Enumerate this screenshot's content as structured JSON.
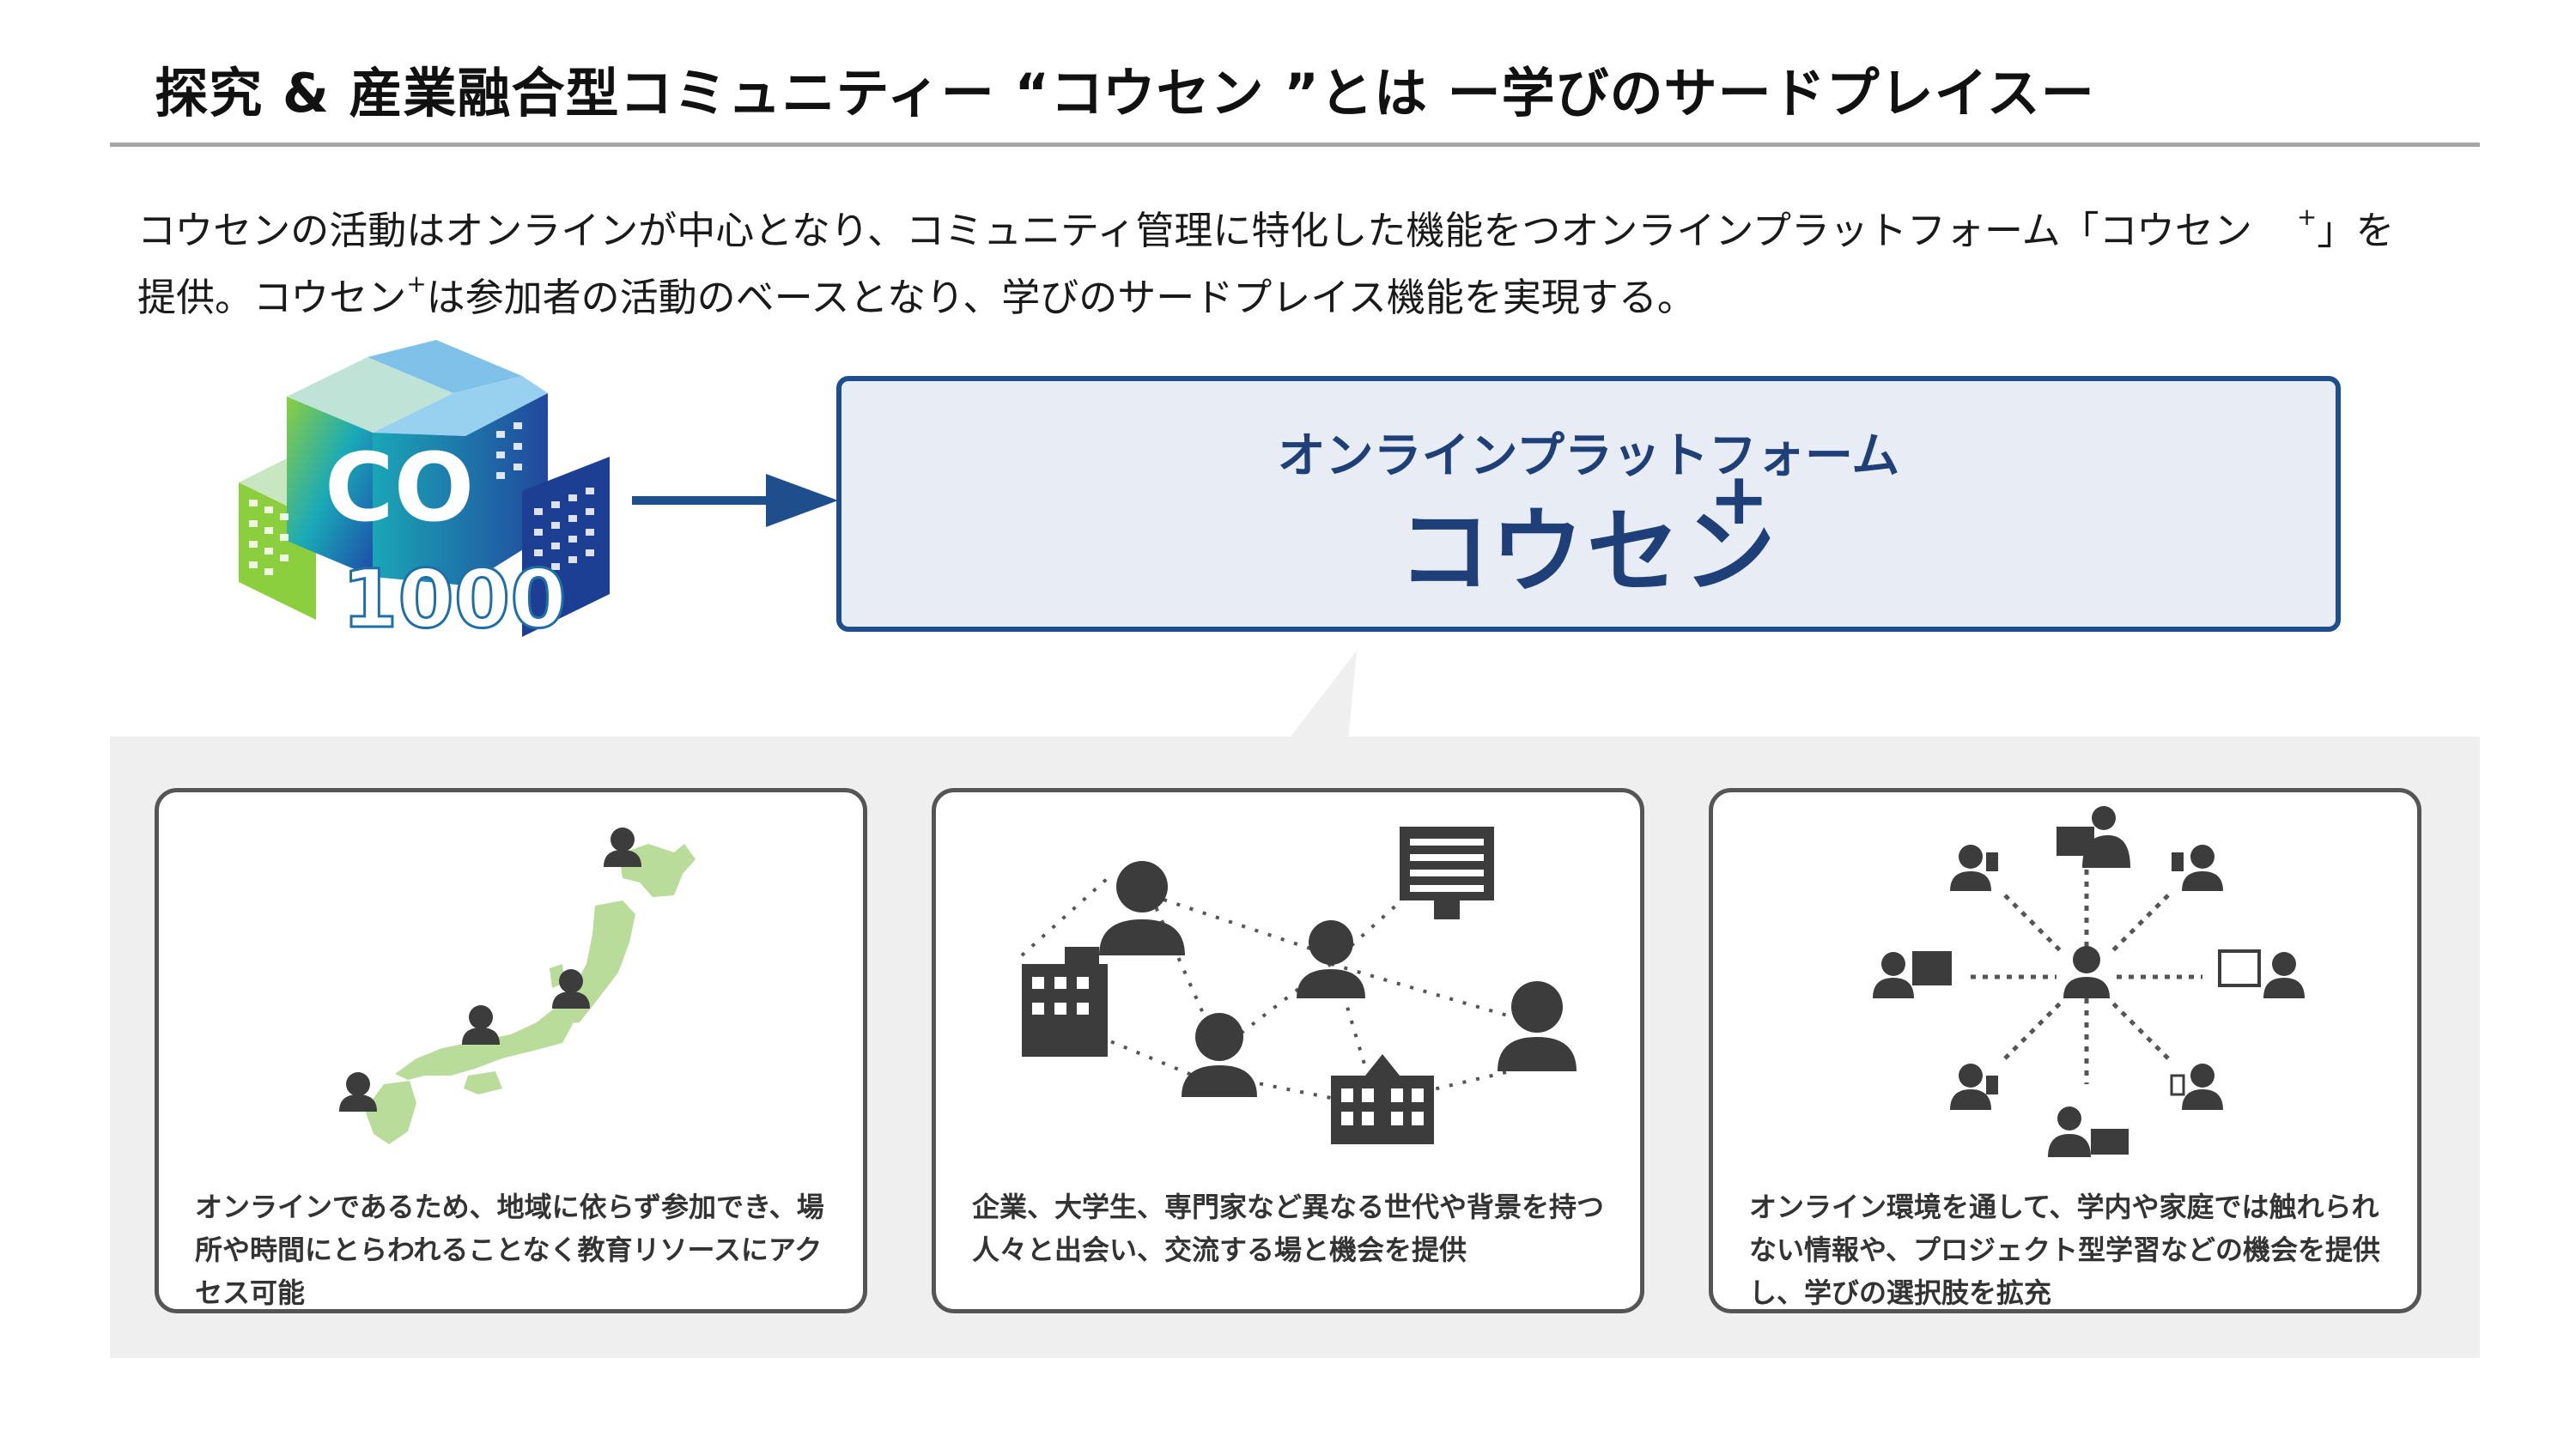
{
  "header": {
    "title": "探究 & 産業融合型コミュニティー “コウセン ”とは ー学びのサードプレイスー"
  },
  "intro": {
    "line1_pre": "コウセンの活動はオンラインが中心となり、コミュニティ管理に特化した機能をつオンラインプラットフォーム「コウセン",
    "line1_sup": "+",
    "line1_post": "」を",
    "line2_pre": "提供。コウセン",
    "line2_sup": "+",
    "line2_post": "は参加者の活動のベースとなり、学びのサードプレイス機能を実現する。"
  },
  "logo": {
    "text_top": "CO",
    "text_bottom": "1000",
    "icon": "co1000-cube-logo"
  },
  "platform": {
    "label": "オンラインプラットフォーム",
    "name": "コウセン",
    "plus": "+"
  },
  "cards": [
    {
      "icon": "japan-map-people-icon",
      "text": "オンラインであるため、地域に依らず参加でき、場所や時間にとらわれることなく教育リソースにアクセス可能"
    },
    {
      "icon": "people-network-icon",
      "text": "企業、大学生、専門家など異なる世代や背景を持つ人々と出会い、交流する場と機会を提供"
    },
    {
      "icon": "online-learning-hub-icon",
      "text": "オンライン環境を通して、学内や家庭では触れられない情報や、プロジェクト型学習などの機会を提供し、学びの選択肢を拡充"
    }
  ],
  "colors": {
    "accent": "#1f3f78",
    "border": "#1f4e8c",
    "panel": "#efefef",
    "icon_dark": "#3c3c3c",
    "map_green": "#b9dc9a"
  }
}
